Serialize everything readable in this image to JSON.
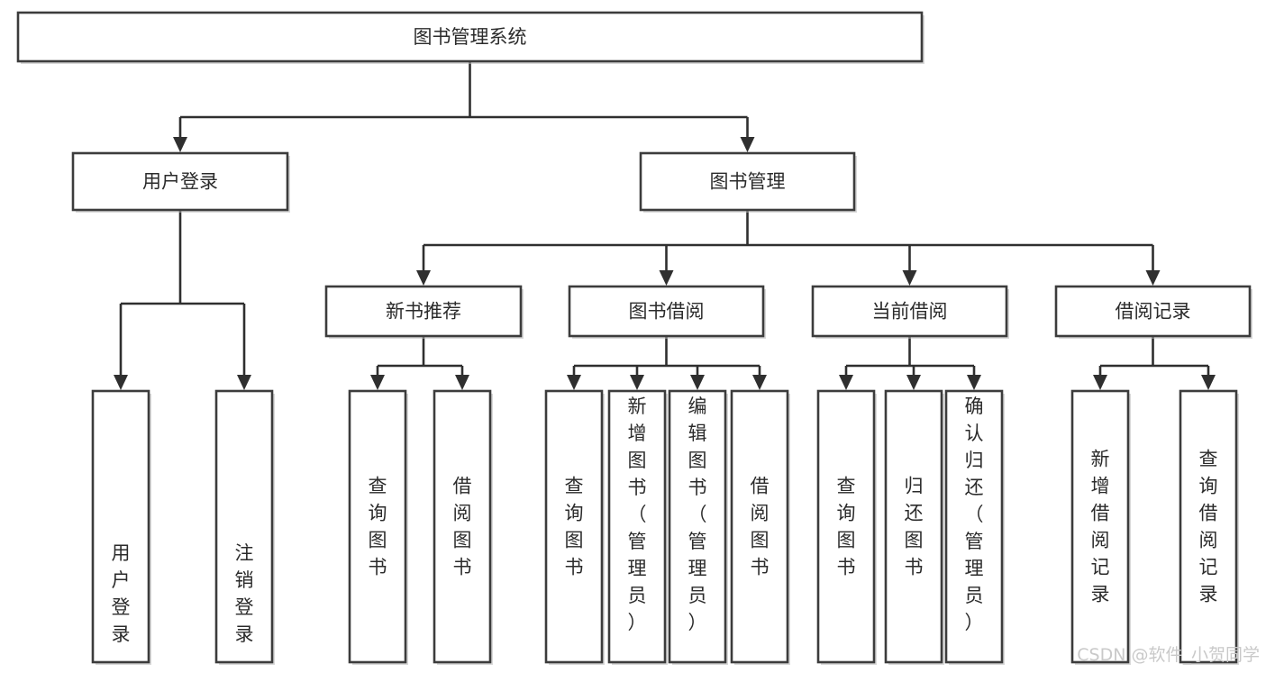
{
  "diagram": {
    "title": "图书管理系统",
    "type": "tree-hierarchy-chart",
    "orientation": "top-down",
    "colors": {
      "box_border": "#3c3c3c",
      "box_fill": "#ffffff",
      "connector": "#2f2f2f",
      "text": "#2b2b2b",
      "watermark": "#c9c9c9",
      "canvas": "#ffffff"
    },
    "nodes": {
      "root": {
        "label": "图书管理系统",
        "orientation": "horizontal"
      },
      "level2": [
        {
          "label": "用户登录",
          "orientation": "horizontal"
        },
        {
          "label": "图书管理",
          "orientation": "horizontal"
        }
      ],
      "level3": [
        {
          "label": "新书推荐",
          "orientation": "horizontal"
        },
        {
          "label": "图书借阅",
          "orientation": "horizontal"
        },
        {
          "label": "当前借阅",
          "orientation": "horizontal"
        },
        {
          "label": "借阅记录",
          "orientation": "horizontal"
        }
      ],
      "leaves_user_login": [
        {
          "label": "用户登录",
          "orientation": "vertical",
          "align": "bottom"
        },
        {
          "label": "注销登录",
          "orientation": "vertical",
          "align": "bottom"
        }
      ],
      "leaves_new_book": [
        {
          "label": "查询图书",
          "orientation": "vertical",
          "align": "middle"
        },
        {
          "label": "借阅图书",
          "orientation": "vertical",
          "align": "middle"
        }
      ],
      "leaves_borrow": [
        {
          "label": "查询图书",
          "orientation": "vertical",
          "align": "middle"
        },
        {
          "label": "新增图书（管理员）",
          "orientation": "vertical",
          "align": "top"
        },
        {
          "label": "编辑图书（管理员）",
          "orientation": "vertical",
          "align": "top"
        },
        {
          "label": "借阅图书",
          "orientation": "vertical",
          "align": "middle"
        }
      ],
      "leaves_current": [
        {
          "label": "查询图书",
          "orientation": "vertical",
          "align": "middle"
        },
        {
          "label": "归还图书",
          "orientation": "vertical",
          "align": "middle"
        },
        {
          "label": "确认归还（管理员）",
          "orientation": "vertical",
          "align": "top"
        }
      ],
      "leaves_record": [
        {
          "label": "新增借阅记录",
          "orientation": "vertical",
          "align": "middle"
        },
        {
          "label": "查询借阅记录",
          "orientation": "vertical",
          "align": "middle"
        }
      ]
    },
    "edges": [
      {
        "from": "图书管理系统",
        "to": "用户登录"
      },
      {
        "from": "图书管理系统",
        "to": "图书管理"
      },
      {
        "from": "图书管理",
        "to": "新书推荐"
      },
      {
        "from": "图书管理",
        "to": "图书借阅"
      },
      {
        "from": "图书管理",
        "to": "当前借阅"
      },
      {
        "from": "图书管理",
        "to": "借阅记录"
      },
      {
        "from": "用户登录",
        "to": "用户登录"
      },
      {
        "from": "用户登录",
        "to": "注销登录"
      },
      {
        "from": "新书推荐",
        "to": "查询图书"
      },
      {
        "from": "新书推荐",
        "to": "借阅图书"
      },
      {
        "from": "图书借阅",
        "to": "查询图书"
      },
      {
        "from": "图书借阅",
        "to": "新增图书（管理员）"
      },
      {
        "from": "图书借阅",
        "to": "编辑图书（管理员）"
      },
      {
        "from": "图书借阅",
        "to": "借阅图书"
      },
      {
        "from": "当前借阅",
        "to": "查询图书"
      },
      {
        "from": "当前借阅",
        "to": "归还图书"
      },
      {
        "from": "当前借阅",
        "to": "确认归还（管理员）"
      },
      {
        "from": "借阅记录",
        "to": "新增借阅记录"
      },
      {
        "from": "借阅记录",
        "to": "查询借阅记录"
      }
    ]
  },
  "watermark": {
    "text": "CSDN @软件_小贺同学"
  }
}
